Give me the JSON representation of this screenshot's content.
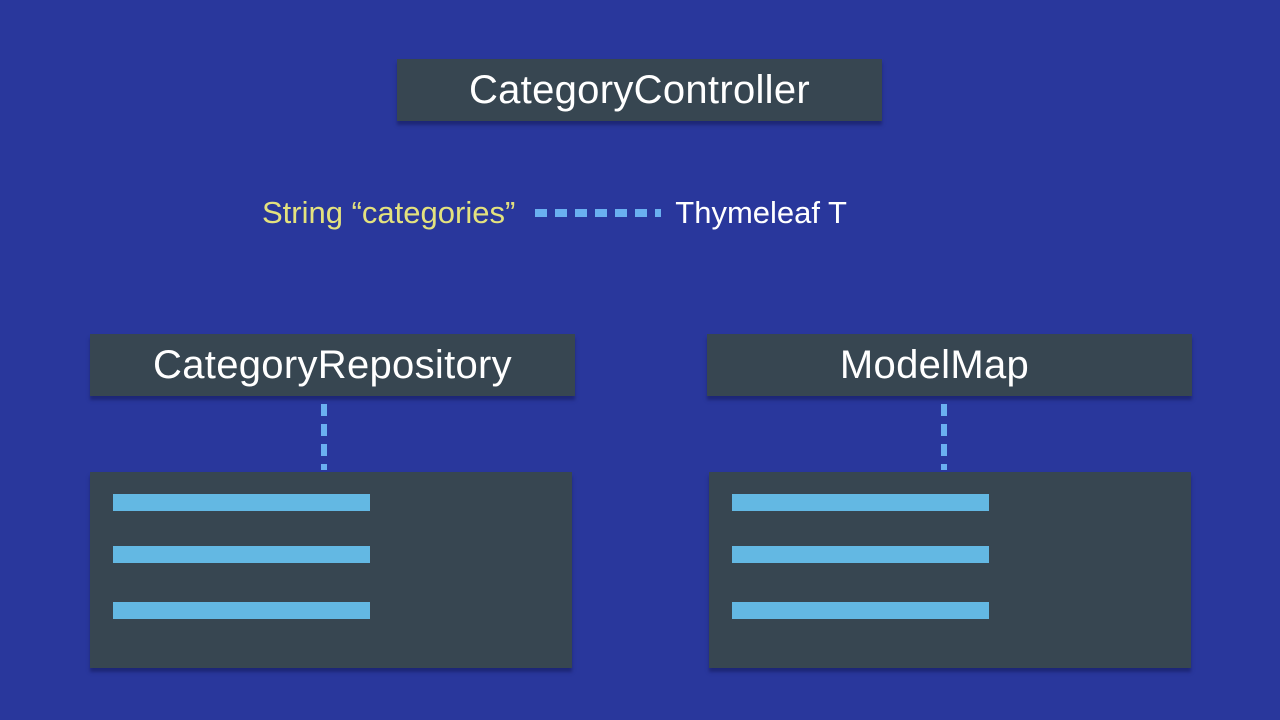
{
  "diagram": {
    "controller": {
      "label": "CategoryController"
    },
    "mapping": {
      "attribute_label": "String “categories”",
      "target_label": "Thymeleaf T",
      "attribute_color": "#e4e27e",
      "connector_color": "#6ab0f0"
    },
    "components": [
      {
        "label": "CategoryRepository",
        "list_items": 3
      },
      {
        "label": "ModelMap",
        "list_items": 3
      }
    ],
    "colors": {
      "background": "#29379c",
      "box": "#374651",
      "list_bar": "#63b8e3",
      "text": "#ffffff"
    }
  }
}
